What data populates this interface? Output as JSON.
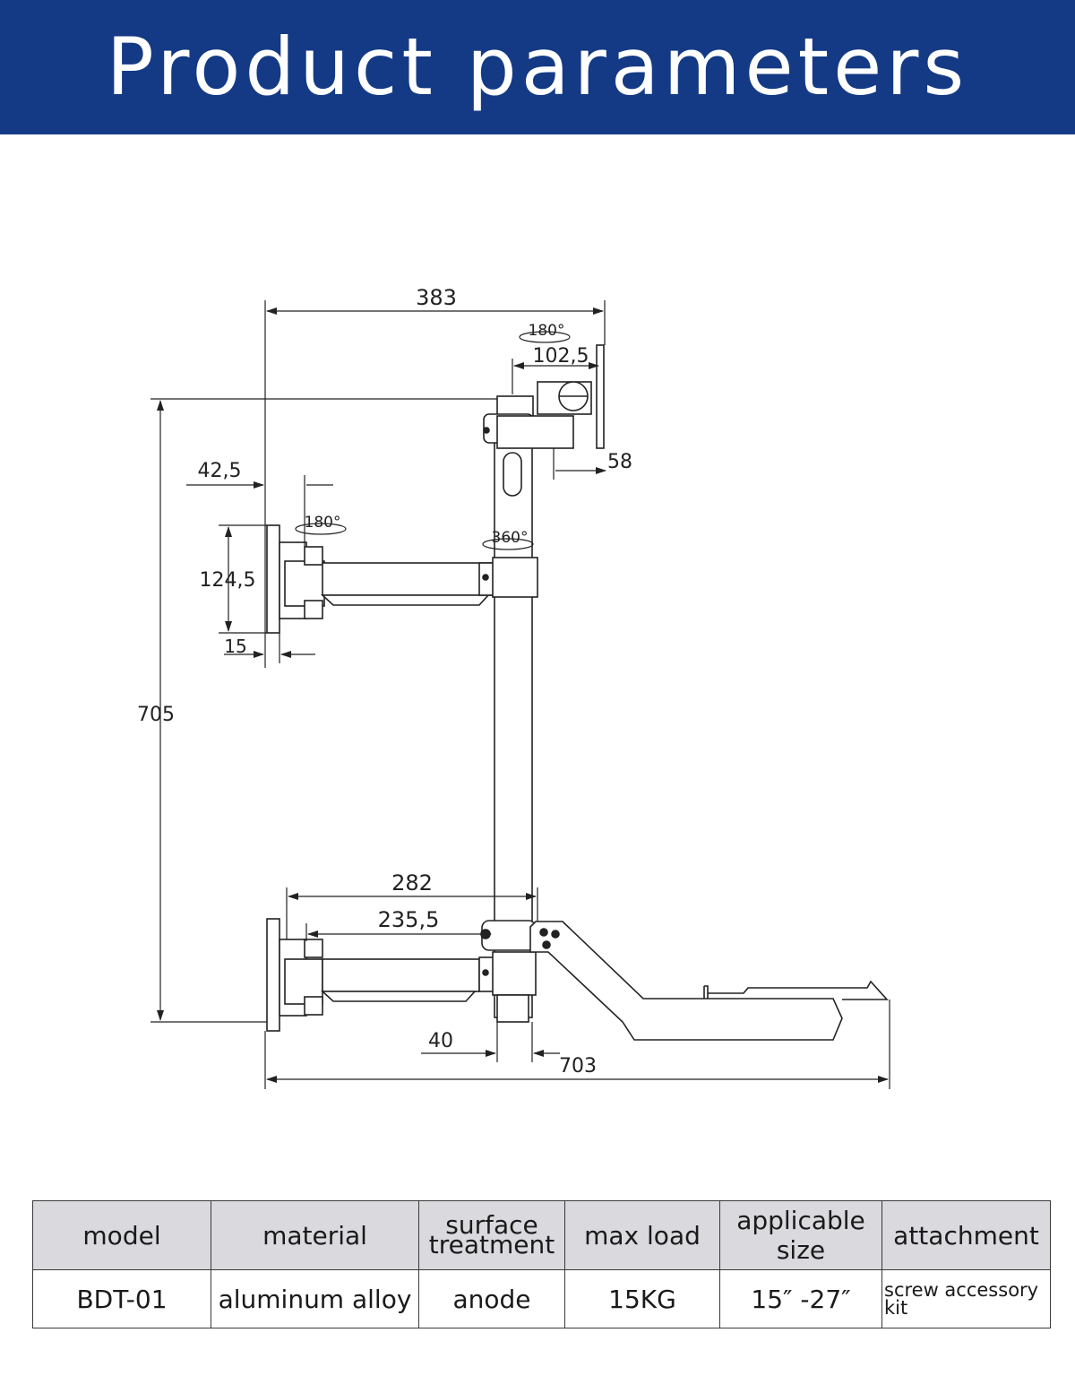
{
  "header": {
    "title": "Product parameters"
  },
  "drawing": {
    "dimensions": {
      "width_top": "383",
      "head_offset": "102,5",
      "head_depth": "58",
      "offset_upper": "42,5",
      "plate_height": "124,5",
      "plate_thickness": "15",
      "total_height": "705",
      "lower_arm": "282",
      "lower_arm_inner": "235,5",
      "pole_width": "40",
      "total_width": "703"
    },
    "rotations": {
      "head": "180°",
      "upper_joint": "180°",
      "pole": "360°"
    }
  },
  "specs": {
    "headers": {
      "model": "model",
      "material": "material",
      "surface_line1": "surface",
      "surface_line2": "treatment",
      "max_load": "max load",
      "applicable_size": "applicable size",
      "attachment": "attachment"
    },
    "values": {
      "model": "BDT-01",
      "material": "aluminum alloy",
      "surface": "anode",
      "max_load": "15KG",
      "applicable_size": "15″ -27″",
      "attachment_line1": "screw accessory",
      "attachment_line2": "kit"
    }
  }
}
